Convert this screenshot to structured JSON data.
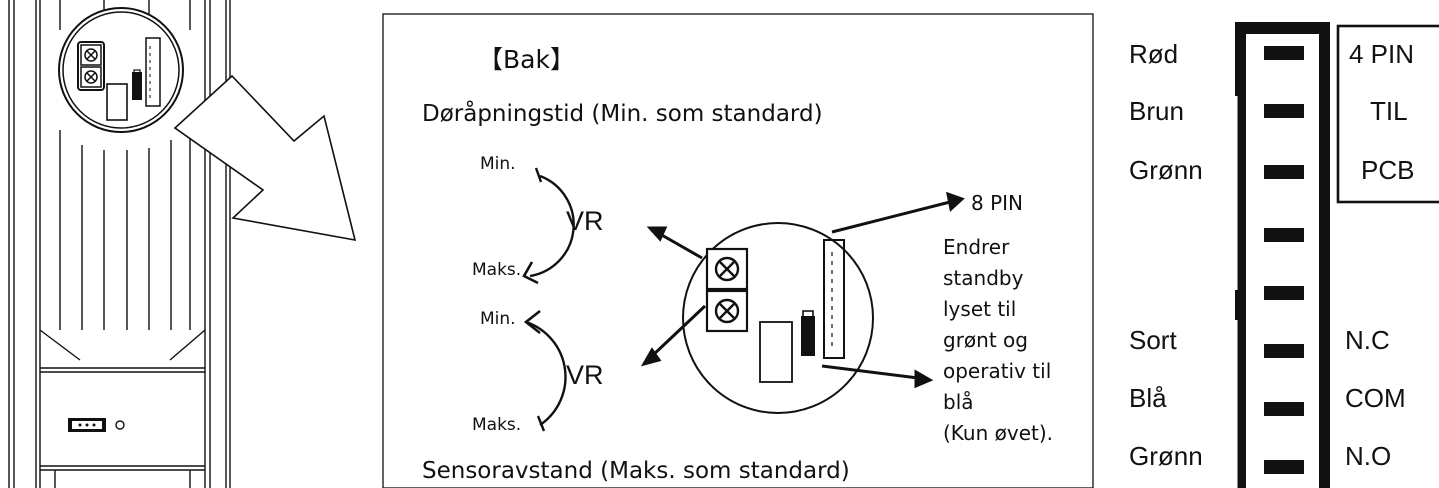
{
  "panel": {
    "title": "【Bak】",
    "door_time_label": "Døråpningstid (Min. som standard)",
    "sensor_distance_label": "Sensoravstand (Maks. som standard)"
  },
  "dials": [
    {
      "name": "VR",
      "min_label": "Min.",
      "max_label": "Maks."
    },
    {
      "name": "VR",
      "min_label": "Min.",
      "max_label": "Maks."
    }
  ],
  "dip": {
    "pin_label": "8 PIN",
    "note_lines": [
      "Endrer",
      "standby",
      "lyset til",
      "grønt og",
      "operativ til",
      "blå",
      "(Kun øvet)."
    ]
  },
  "connector": {
    "wires_top": [
      "Rød",
      "Brun",
      "Grønn"
    ],
    "wires_bottom": [
      "Sort",
      "Blå",
      "Grønn"
    ],
    "pcb_box": [
      "4 PIN",
      "TIL",
      "PCB"
    ],
    "relay_labels": [
      "N.C",
      "COM",
      "N.O"
    ]
  }
}
